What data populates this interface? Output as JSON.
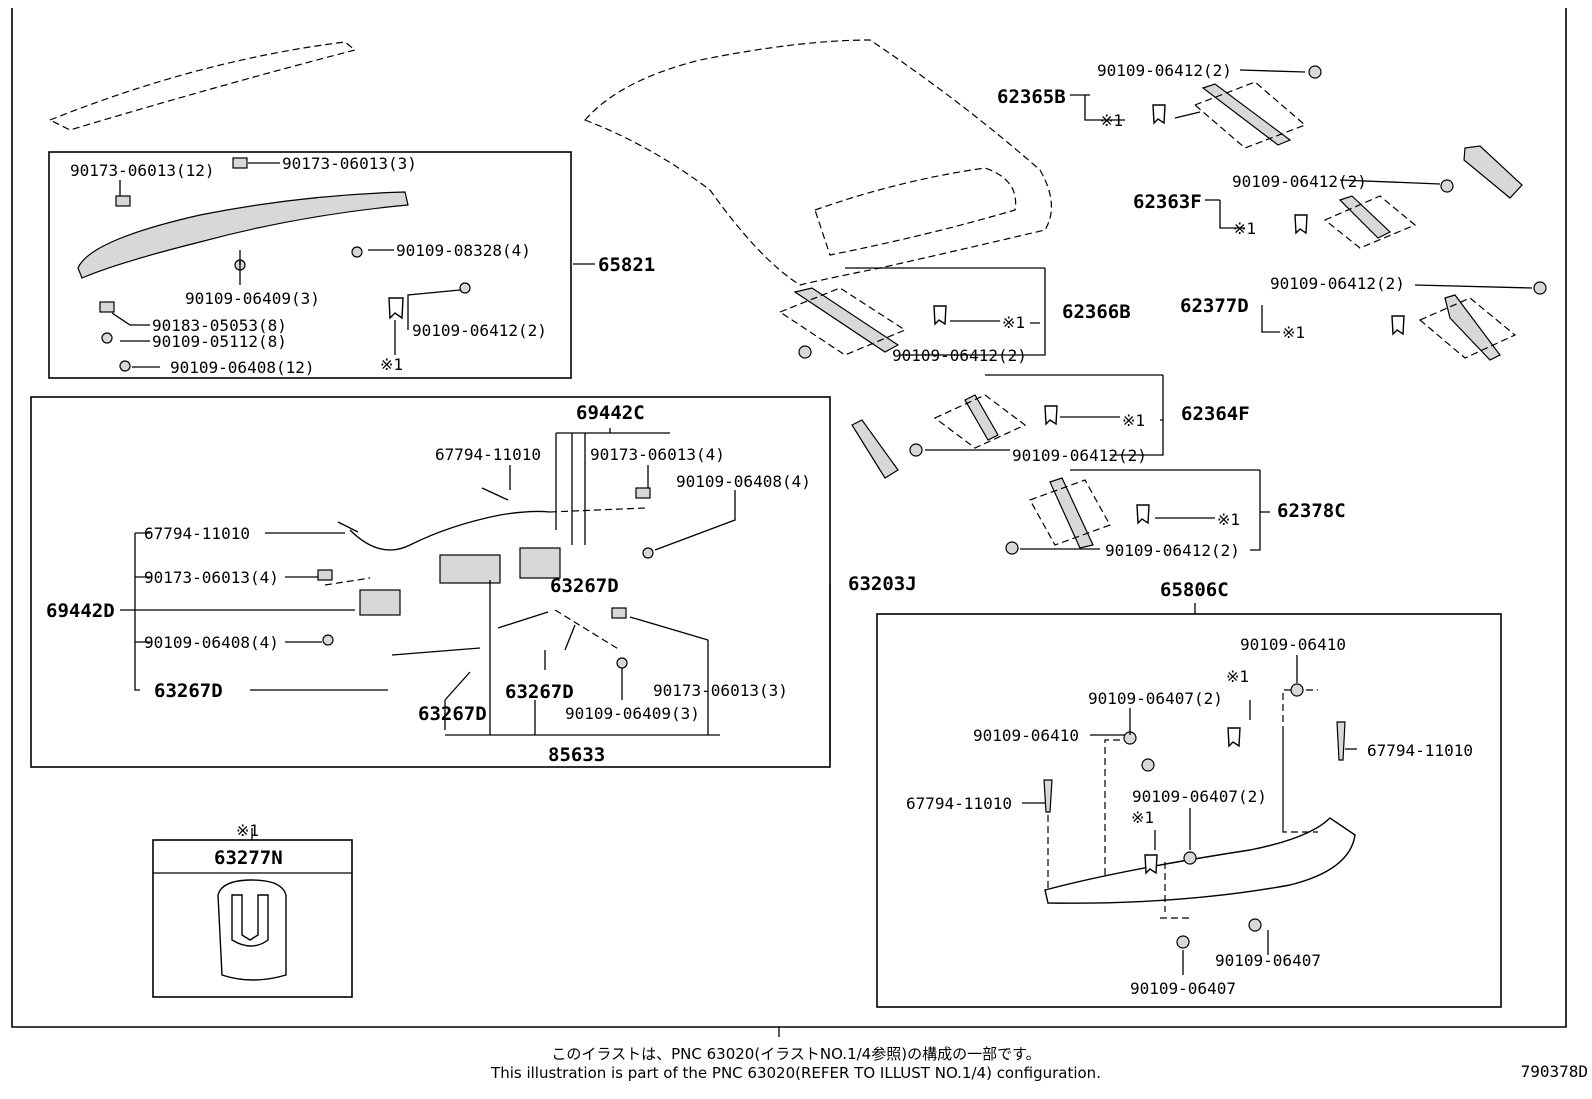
{
  "labels": {
    "p1": "90173-06013(12)",
    "p2": "90173-06013(3)",
    "p3": "90109-08328(4)",
    "p4": "65821",
    "p5": "90109-06409(3)",
    "p6": "90183-05053(8)",
    "p7": "90109-05112(8)",
    "p8": "90109-06412(2)",
    "p9": "90109-06408(12)",
    "p10": "※1",
    "p11": "90109-06412(2)",
    "p12": "62365B",
    "p13": "※1",
    "p14": "90109-06412(2)",
    "p15": "62363F",
    "p16": "※1",
    "p17": "90109-06412(2)",
    "p18": "62377D",
    "p19": "※1",
    "p20": "※1",
    "p21": "62366B",
    "p22": "90109-06412(2)",
    "p23": "※1",
    "p24": "62364F",
    "p25": "90109-06412(2)",
    "p26": "※1",
    "p27": "62378C",
    "p28": "90109-06412(2)",
    "p29": "69442C",
    "p30": "67794-11010",
    "p31": "90173-06013(4)",
    "p32": "90109-06408(4)",
    "p33": "67794-11010",
    "p34": "90173-06013(4)",
    "p35": "63267D",
    "p36": "63203J",
    "p37": "69442D",
    "p38": "90109-06408(4)",
    "p39": "63267D",
    "p40": "63267D",
    "p41": "90173-06013(3)",
    "p42": "63267D",
    "p43": "90109-06409(3)",
    "p44": "85633",
    "p45": "65806C",
    "p46": "90109-06410",
    "p47": "※1",
    "p48": "90109-06407(2)",
    "p49": "90109-06410",
    "p50": "67794-11010",
    "p51": "67794-11010",
    "p52": "90109-06407(2)",
    "p53": "※1",
    "p54": "90109-06407",
    "p55": "90109-06407",
    "p56": "※1",
    "p57": "63277N"
  },
  "footer": {
    "jp": "このイラストは、PNC 63020(イラストNO.1/4参照)の構成の一部です。",
    "en": "This illustration is part of the PNC 63020(REFER TO ILLUST NO.1/4) configuration.",
    "code": "790378D"
  }
}
